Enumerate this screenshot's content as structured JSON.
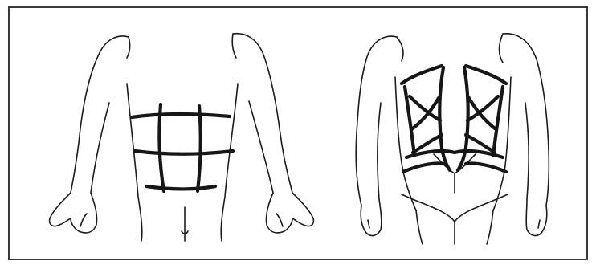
{
  "figure": {
    "panels": [
      {
        "view": "front",
        "tape_pattern": "grid"
      },
      {
        "view": "back",
        "tape_pattern": "web"
      }
    ],
    "colors": {
      "outline": "#1c1c1c",
      "tape": "#161616",
      "frame": "#3a3a3a",
      "background": "#ffffff"
    }
  }
}
